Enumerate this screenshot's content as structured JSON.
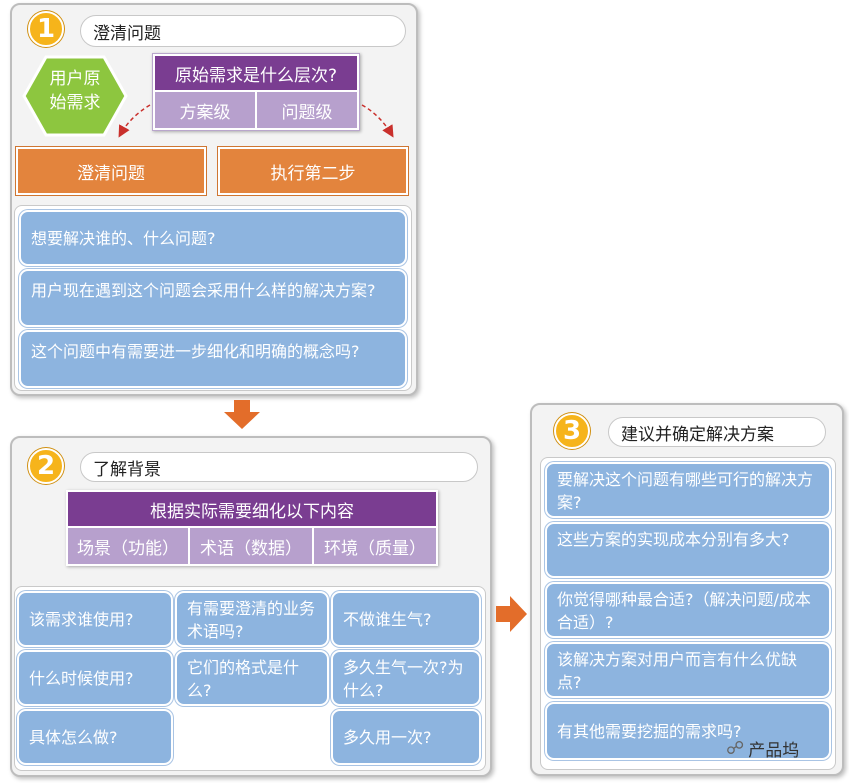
{
  "step1": {
    "number": "1",
    "title": "澄清问题",
    "hexagon": "用户原始需求",
    "question_header": "原始需求是什么层次?",
    "options": [
      "方案级",
      "问题级"
    ],
    "actions": [
      "澄清问题",
      "执行第二步"
    ],
    "questions": [
      "想要解决谁的、什么问题?",
      "用户现在遇到这个问题会采用什么样的解决方案?",
      "这个问题中有需要进一步细化和明确的概念吗?"
    ]
  },
  "step2": {
    "number": "2",
    "title": "了解背景",
    "header": "根据实际需要细化以下内容",
    "categories": [
      "场景（功能）",
      "术语（数据）",
      "环境（质量）"
    ],
    "questions": [
      "该需求谁使用?",
      "什么时候使用?",
      "具体怎么做?",
      "有需要澄清的业务术语吗?",
      "它们的格式是什么?",
      "不做谁生气?",
      "多久生气一次?为什么?",
      "多久用一次?"
    ]
  },
  "step3": {
    "number": "3",
    "title": "建议并确定解决方案",
    "questions": [
      "要解决这个问题有哪些可行的解决方案?",
      "这些方案的实现成本分别有多大?",
      "你觉得哪种最合适?（解决问题/成本合适）?",
      "该解决方案对用户而言有什么优缺点?",
      "有其他需要挖掘的需求吗?"
    ]
  },
  "watermark": "产品坞",
  "colors": {
    "badge": "#f6b41b",
    "blue_box": "#8db4df",
    "orange_box": "#e3843d",
    "purple_header": "#7a3d91",
    "lavender_cell": "#b7a0cd",
    "hexagon": "#8dc63f",
    "arrow": "#e36d2a"
  }
}
